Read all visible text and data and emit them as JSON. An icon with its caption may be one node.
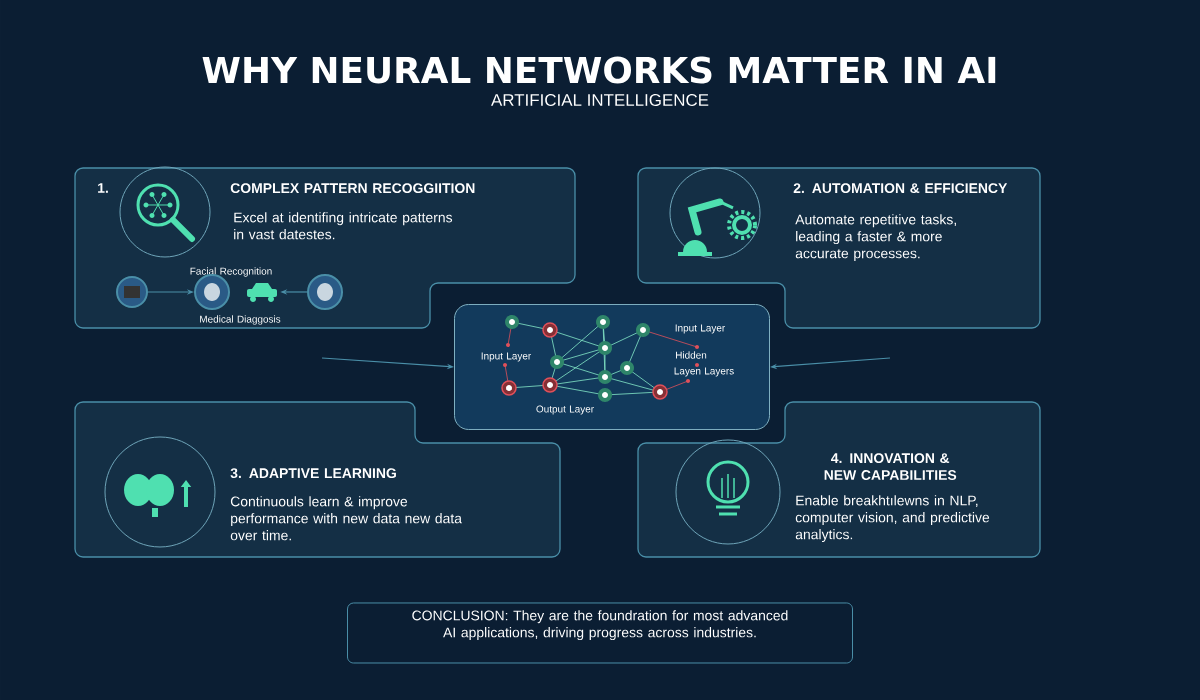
{
  "diagram": {
    "title": "WHY NEURAL NETWORKS MATTER IN AI",
    "nodes": [
      {
        "text": [
          "1.",
          "COMPLEX PATTERN RECOGGIITION",
          "Excel at identifing intricate patterns in vast datestes.",
          "Facial Recognition",
          "Medical Diaggosis"
        ]
      },
      {
        "text": [
          "2. AUTOMATION & EFFICIENCY",
          "Automate repetitive tasks, leading a faster & more accurate processes."
        ]
      },
      {
        "text": [
          "Input Layer",
          "Input Layer",
          "Hidden",
          "Layen Layers",
          "Output Layer"
        ]
      },
      {
        "text": [
          "3. ADAPTIVE LEARNING",
          "Continuouls learn & improve performance with new data new data over time."
        ]
      },
      {
        "text": [
          "4. INNOVATION & NEW CAPABILITIES",
          "Enable breakhtılewns in NLP, computer vision, and predictive analytics."
        ]
      },
      {
        "text": [
          "CONCLUSION: They are the foundration for most advanced AI applications, driving progress across industries."
        ]
      },
      {
        "text": [],
        "shape": "circle",
        "in": 0
      },
      {
        "text": [],
        "shape": "circle",
        "in": 0
      },
      {
        "text": [],
        "shape": "picture",
        "in": 0
      },
      {
        "text": [],
        "shape": "circle",
        "in": 0
      }
    ],
    "edges": [
      {
        "from": 6,
        "to": 7,
        "arrow": "to"
      },
      {
        "from": 9,
        "to": 8,
        "arrow": "to"
      },
      {
        "from": null,
        "to": 2,
        "arrow": "to"
      },
      {
        "from": null,
        "to": 2,
        "arrow": "to"
      }
    ],
    "labels": [
      "ARTIFICIAL INTELLIGENCE"
    ]
  }
}
